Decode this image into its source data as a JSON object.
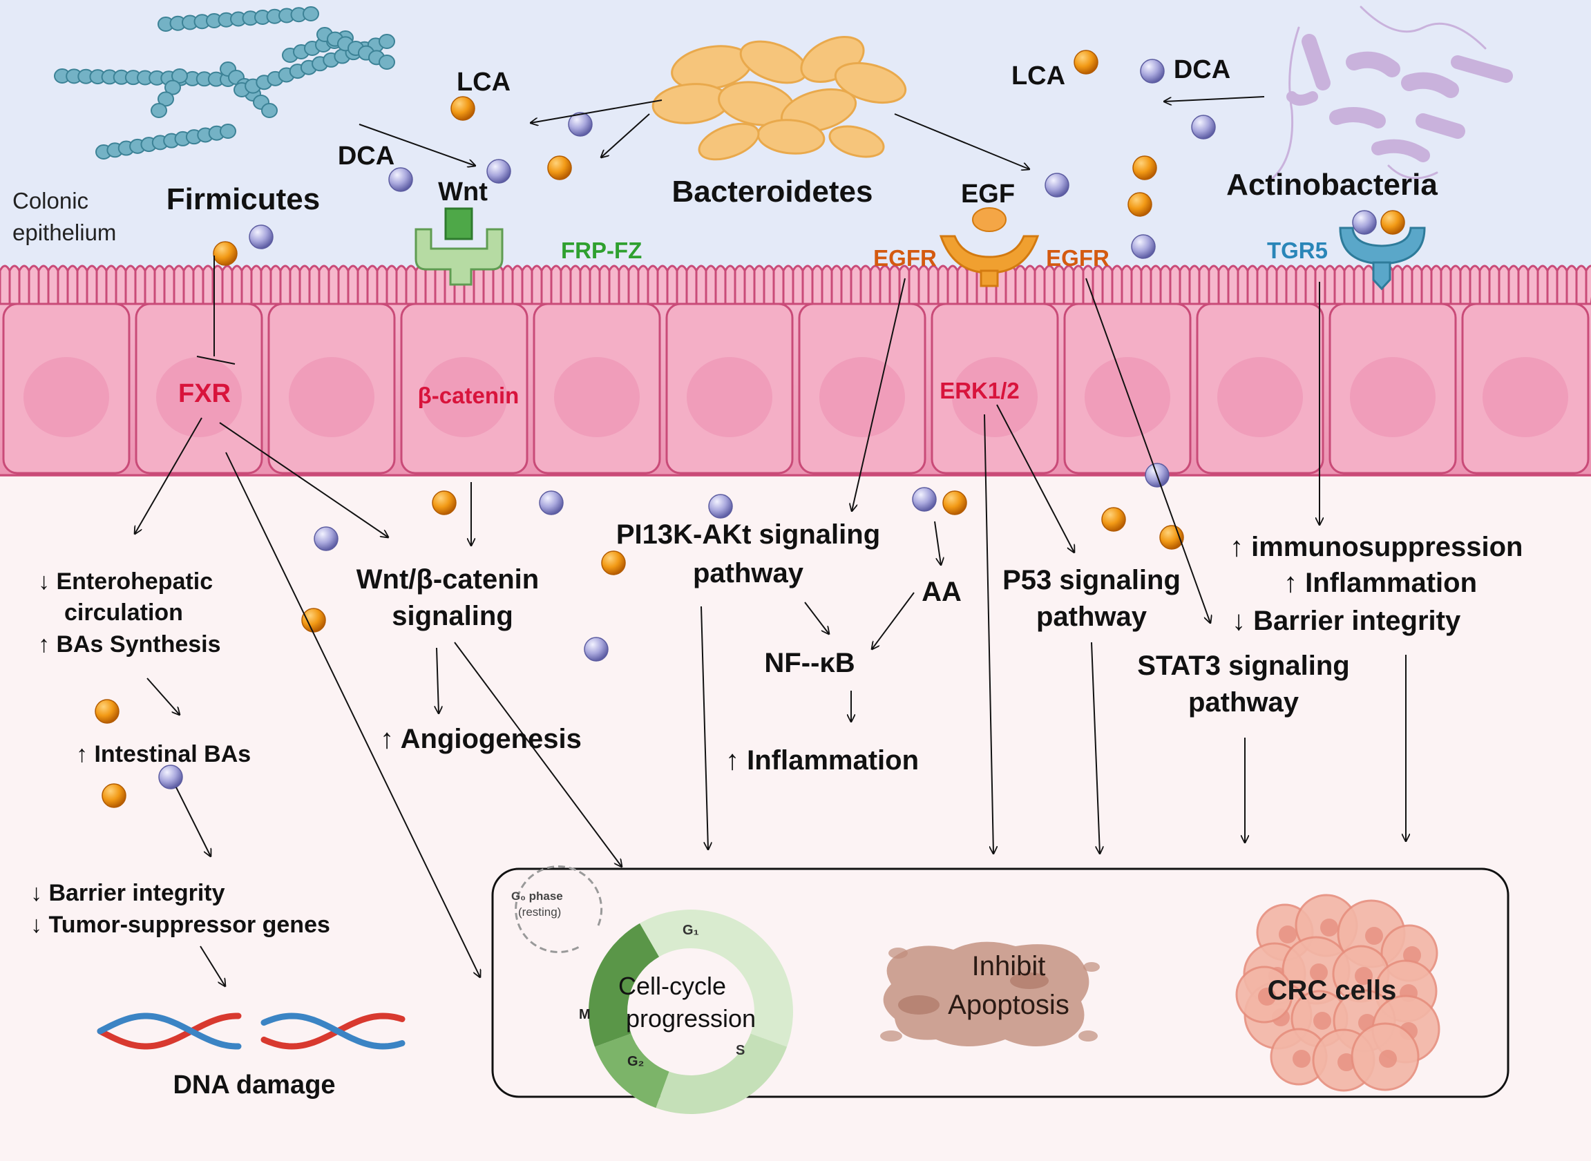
{
  "labels": {
    "firmicutes": "Firmicutes",
    "bacteroidetes": "Bacteroidetes",
    "actinobacteria": "Actinobacteria",
    "colonic_1": "Colonic",
    "colonic_2": "epithelium",
    "lca_left": "LCA",
    "dca_left": "DCA",
    "lca_right": "LCA",
    "dca_right": "DCA",
    "wnt": "Wnt",
    "frp_fz": "FRP-FZ",
    "egf": "EGF",
    "egfr_left": "EGFR",
    "egfr_right": "EGFR",
    "tgr5": "TGR5",
    "fxr": "FXR",
    "beta_catenin": "β-catenin",
    "erk": "ERK1/2"
  },
  "pathways": {
    "enterohepatic_1": "↓ Enterohepatic",
    "enterohepatic_2": "circulation",
    "bas_synthesis": "↑ BAs Synthesis",
    "intestinal_bas": "↑ Intestinal BAs",
    "barrier_left": "↓ Barrier integrity",
    "tumor_suppressor": "↓ Tumor-suppressor genes",
    "dna_damage": "DNA damage",
    "wnt_1": "Wnt/β-catenin",
    "wnt_2": "signaling",
    "angiogenesis": "↑ Angiogenesis",
    "pi3k_1": "PI13K-AKt signaling",
    "pi3k_2": "pathway",
    "aa": "AA",
    "nfkb": "NF--κB",
    "inflammation_mid": "↑ Inflammation",
    "p53_1": "P53 signaling",
    "p53_2": "pathway",
    "immuno": "↑ immunosuppression",
    "inflammation_right": "↑ Inflammation",
    "barrier_right": "↓ Barrier integrity",
    "stat3_1": "STAT3 signaling",
    "stat3_2": "pathway"
  },
  "outcomes": {
    "g0_1": "G₀ phase",
    "g0_2": "(resting)",
    "g1": "G₁",
    "m": "M",
    "g2": "G₂",
    "s": "S",
    "cell_cycle_1": "Cell-cycle",
    "cell_cycle_2": "progression",
    "inhibit_1": "Inhibit",
    "inhibit_2": "Apoptosis",
    "crc": "CRC cells"
  },
  "colors": {
    "lumen": "#e4eaf8",
    "membrane": "#d45f88",
    "cell": "#f0a6c0",
    "red_text": "#d8143c",
    "green_text": "#2fa02f",
    "egfr_text": "#d45a10",
    "tgr5_text": "#2a86b8",
    "orange_ball": "#f29a16",
    "purple_ball": "#a9a8dd"
  }
}
